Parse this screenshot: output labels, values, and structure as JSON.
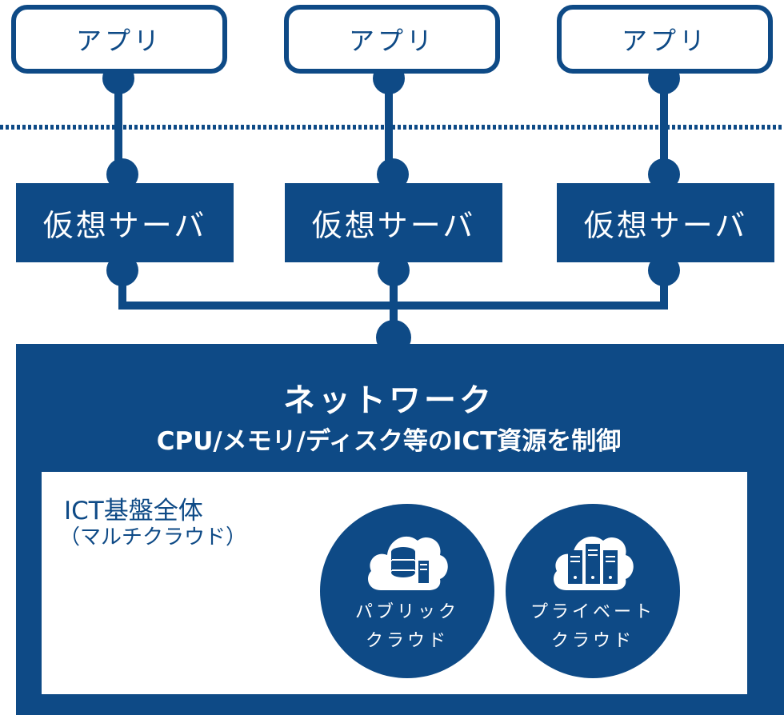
{
  "apps": [
    {
      "label": "アプリ"
    },
    {
      "label": "アプリ"
    },
    {
      "label": "アプリ"
    }
  ],
  "virtual_servers": [
    {
      "label": "仮想サーバ"
    },
    {
      "label": "仮想サーバ"
    },
    {
      "label": "仮想サーバ"
    }
  ],
  "network": {
    "title": "ネットワーク",
    "subtitle": "CPU/メモリ/ディスク等のICT資源を制御"
  },
  "ict": {
    "title": "ICT基盤全体",
    "subtitle": "（マルチクラウド）"
  },
  "clouds": [
    {
      "line1": "パブリック",
      "line2": "クラウド",
      "icon": "database-cloud-icon"
    },
    {
      "line1": "プライベート",
      "line2": "クラウド",
      "icon": "server-rack-cloud-icon"
    }
  ],
  "colors": {
    "primary": "#0e4a86",
    "background": "#ffffff"
  }
}
